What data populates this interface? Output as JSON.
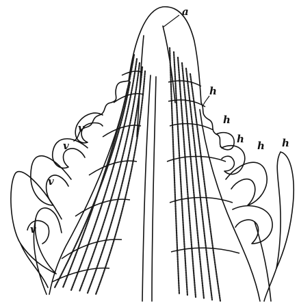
{
  "figure": {
    "labels": {
      "apex": "a",
      "left_primordium_1": "v",
      "left_primordium_2": "v",
      "left_primordium_3": "v",
      "left_primordium_4": "v",
      "right_primordium_1": "h",
      "right_primordium_2": "h",
      "right_primordium_3": "h",
      "right_primordium_4": "h",
      "right_primordium_5": "h"
    },
    "ink_color": "#111111",
    "paper_color": "#ffffff"
  }
}
